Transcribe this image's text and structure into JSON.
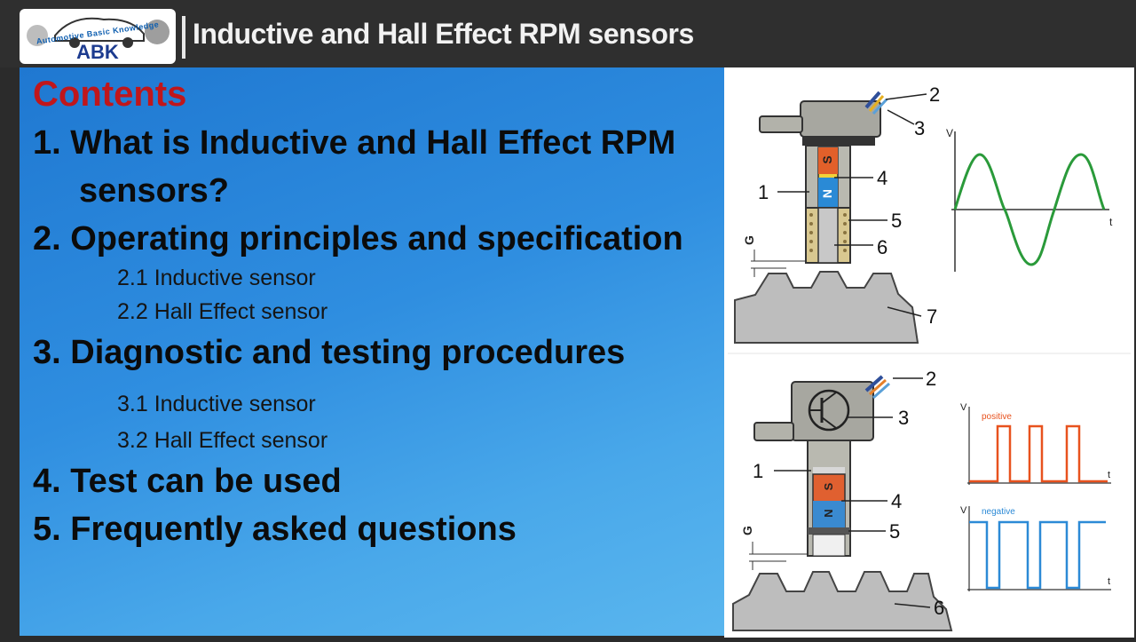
{
  "header": {
    "title": "Inductive and Hall Effect RPM sensors",
    "logo_text": "Automotive Basic Knowledge",
    "logo_letters": "ABK"
  },
  "contents": {
    "heading": "Contents",
    "item1_line1": "1.  What is Inductive and Hall Effect RPM",
    "item1_line2": "sensors?",
    "item2": "2.  Operating principles and specification",
    "item2_1": "2.1 Inductive sensor",
    "item2_2": "2.2 Hall Effect sensor",
    "item3": "3. Diagnostic and testing procedures",
    "item3_1": "3.1 Inductive sensor",
    "item3_2": "3.2 Hall Effect sensor",
    "item4": "4. Test can be used",
    "item5": "5. Frequently asked questions"
  },
  "diagram_inductive": {
    "labels": [
      "1",
      "2",
      "3",
      "4",
      "5",
      "6",
      "7"
    ],
    "gap_label": "G",
    "magnet_n": "N",
    "magnet_s": "S",
    "axis_v": "V",
    "axis_t": "t"
  },
  "diagram_hall": {
    "labels": [
      "1",
      "2",
      "3",
      "4",
      "5",
      "6"
    ],
    "gap_label": "G",
    "magnet_n": "N",
    "magnet_s": "S",
    "axis_v": "V",
    "axis_t": "t",
    "positive_label": "positive",
    "negative_label": "negative"
  },
  "colors": {
    "heading_red": "#c0161b",
    "sine_green": "#2a9a3a",
    "positive_orange": "#e8521e",
    "negative_blue": "#2c8ad6"
  }
}
